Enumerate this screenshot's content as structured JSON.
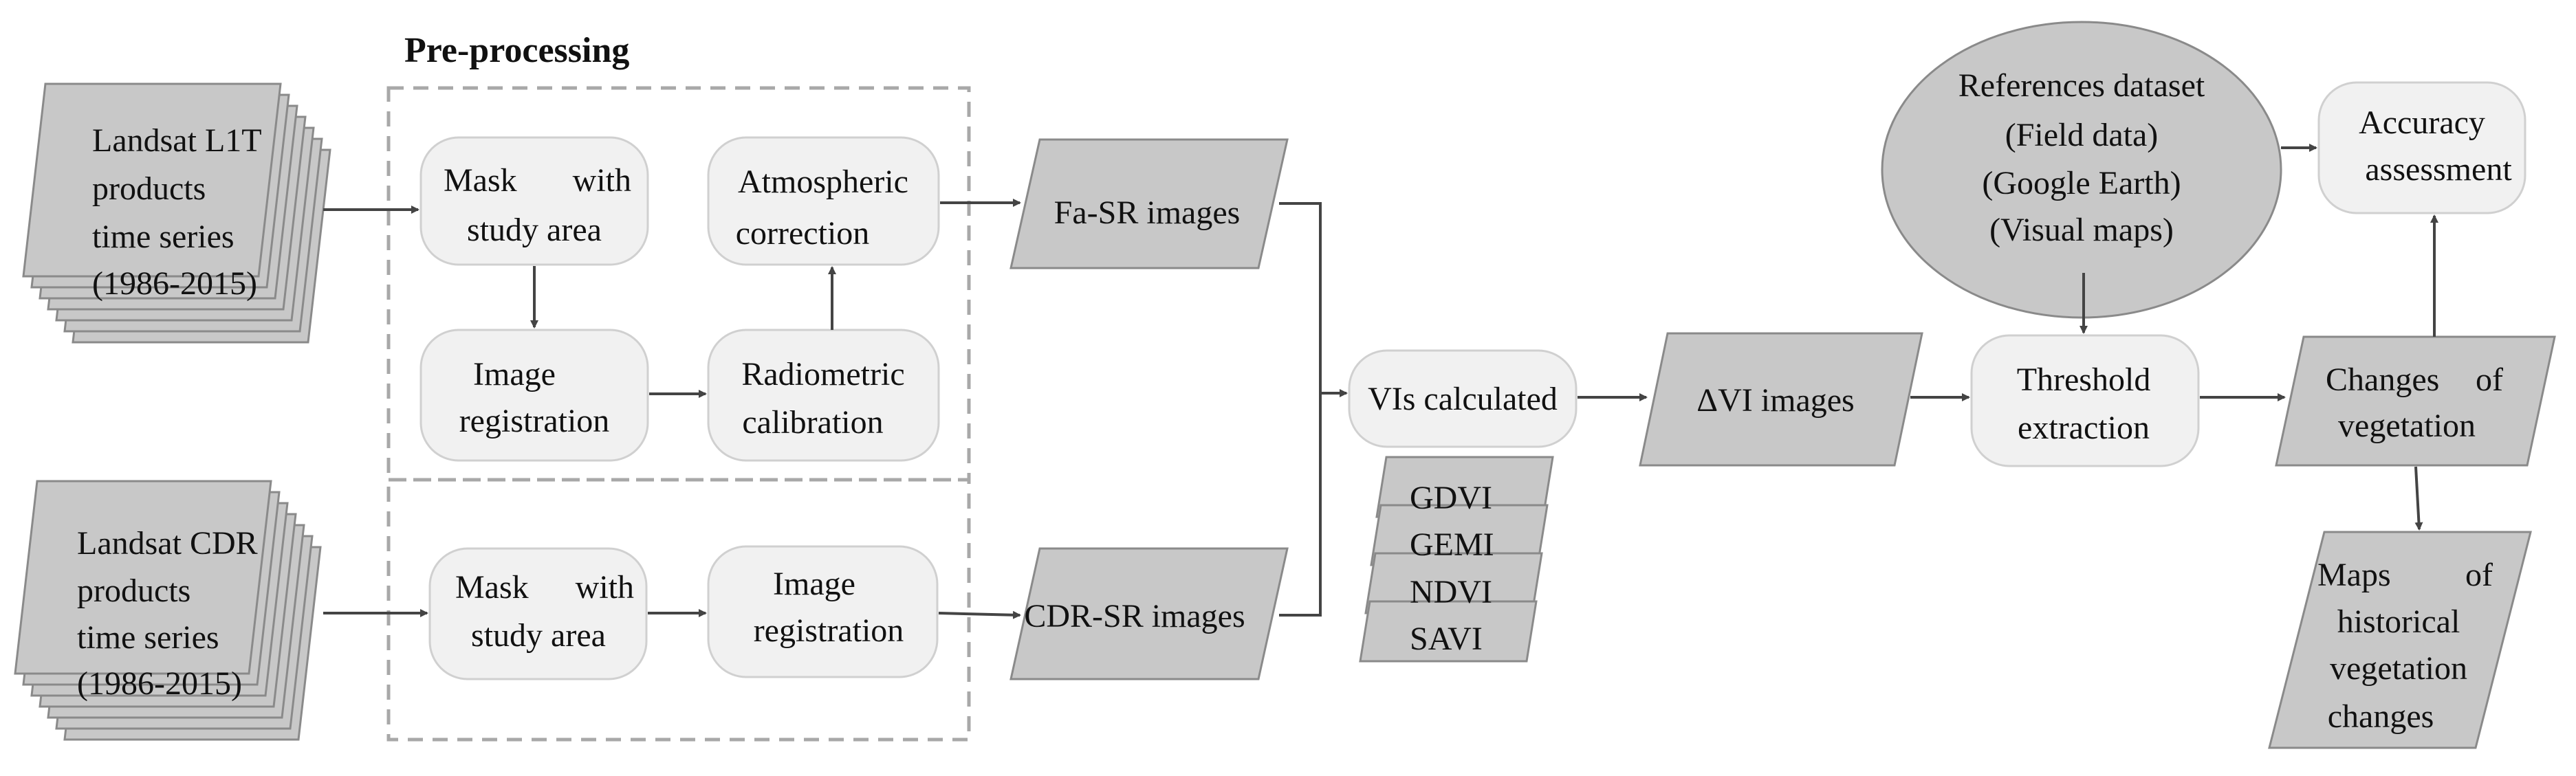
{
  "colors": {
    "parallelogram_fill": "#c8c8c8",
    "parallelogram_stroke": "#8a8a8a",
    "rounded_fill": "#f1f1f1",
    "rounded_stroke": "#d0d0d0",
    "ellipse_fill": "#c8c8c8",
    "dashed_border": "#a8a8a8",
    "arrow": "#444444"
  },
  "labels": {
    "preprocessing_title": "Pre-processing",
    "landsat_l1t": [
      "Landsat L1T",
      "products",
      "time series",
      "(1986-2015)"
    ],
    "landsat_cdr": [
      "Landsat CDR",
      "products",
      "time series",
      "(1986-2015)"
    ],
    "mask1": [
      "Mask",
      "with",
      "study area"
    ],
    "image_reg1": [
      "Image",
      "registration"
    ],
    "radiometric": [
      "Radiometric",
      "calibration"
    ],
    "atmospheric": [
      "Atmospheric",
      "correction"
    ],
    "mask2": [
      "Mask",
      "with",
      "study area"
    ],
    "image_reg2": [
      "Image",
      "registration"
    ],
    "fa_sr": "Fa-SR images",
    "cdr_sr": "CDR-SR images",
    "vis_calc": "VIs calculated",
    "vi_list": [
      "GDVI",
      "GEMI",
      "NDVI",
      "SAVI"
    ],
    "delta_vi": "ΔVI images",
    "references": [
      "References dataset",
      "(Field data)",
      "(Google Earth)",
      "(Visual maps)"
    ],
    "threshold": [
      "Threshold",
      "extraction"
    ],
    "accuracy": [
      "Accuracy",
      "assessment"
    ],
    "changes": [
      "Changes",
      "of",
      "vegetation"
    ],
    "maps": [
      "Maps",
      "of",
      "historical",
      "vegetation",
      "changes"
    ]
  }
}
